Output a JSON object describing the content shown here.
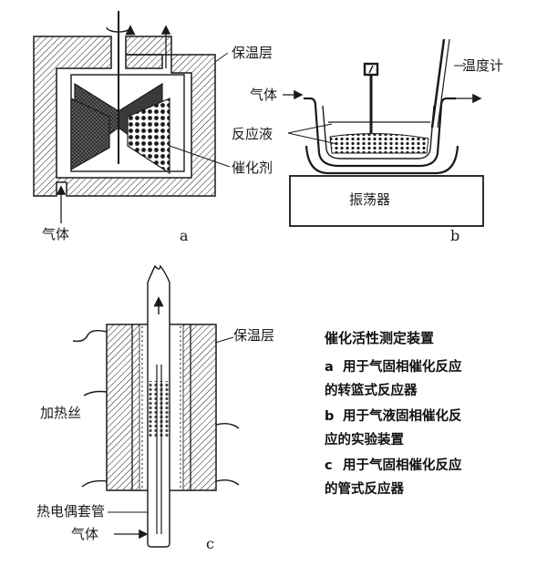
{
  "diagram_a": {
    "insulation_label": "保温层",
    "catalyst_label": "催化剂",
    "gas_label": "气体",
    "sub_label": "a"
  },
  "diagram_b": {
    "thermometer_label": "温度计",
    "gas_label": "气体",
    "reaction_liquid_label": "反应液",
    "shaker_label": "振荡器",
    "sub_label": "b"
  },
  "diagram_c": {
    "insulation_label": "保温层",
    "heating_wire_label": "加热丝",
    "thermocouple_label": "热电偶套管",
    "gas_label": "气体",
    "sub_label": "c"
  },
  "caption": {
    "title": "催化活性测定装置",
    "items": [
      {
        "letter": "a",
        "line1": "用于气固相催化反应",
        "line2": "的转篮式反应器"
      },
      {
        "letter": "b",
        "line1": "用于气液固相催化反",
        "line2": "应的实验装置"
      },
      {
        "letter": "c",
        "line1": "用于气固相催化反应",
        "line2": "的管式反应器"
      }
    ]
  }
}
